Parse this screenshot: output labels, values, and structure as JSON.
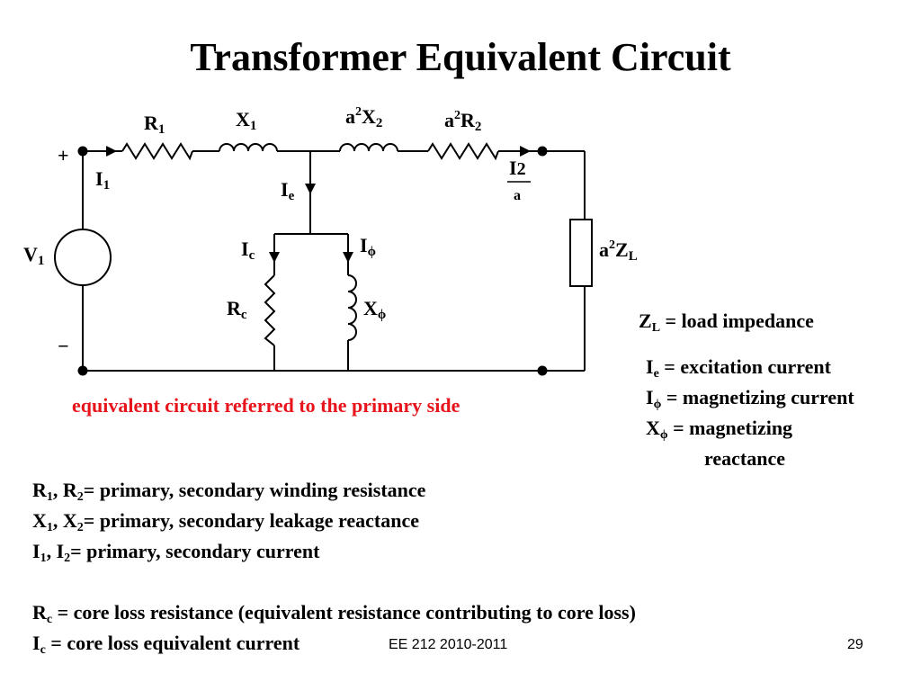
{
  "title": "Transformer Equivalent Circuit",
  "circuit": {
    "plus": "+",
    "minus": "−",
    "phi": "ϕ",
    "labels": {
      "R": "R",
      "X": "X",
      "V": "V",
      "I": "I",
      "a": "a",
      "Z": "Z",
      "sub1": "1",
      "sub2": "2",
      "subc": "c",
      "sube": "e",
      "subL": "L",
      "sup2": "2",
      "I2_num": "I",
      "I2_num_sub": "2",
      "I2_den": "a"
    }
  },
  "caption": "equivalent circuit referred to the primary side",
  "right_legend": {
    "zl": "= load impedance",
    "ie": "= excitation current",
    "iphi": "= magnetizing current",
    "xphi_1": "= magnetizing",
    "xphi_2": "reactance"
  },
  "bottom_legend": {
    "line1_text": "= primary, secondary winding resistance",
    "line2_text": "= primary, secondary leakage reactance",
    "line3_text": "= primary, secondary current",
    "line4_text": "= core loss resistance (equivalent resistance contributing to core loss)",
    "line5_text": "= core loss equivalent current",
    "comma": ", "
  },
  "footer": {
    "course": "EE 212 2010-2011",
    "page": "29"
  }
}
